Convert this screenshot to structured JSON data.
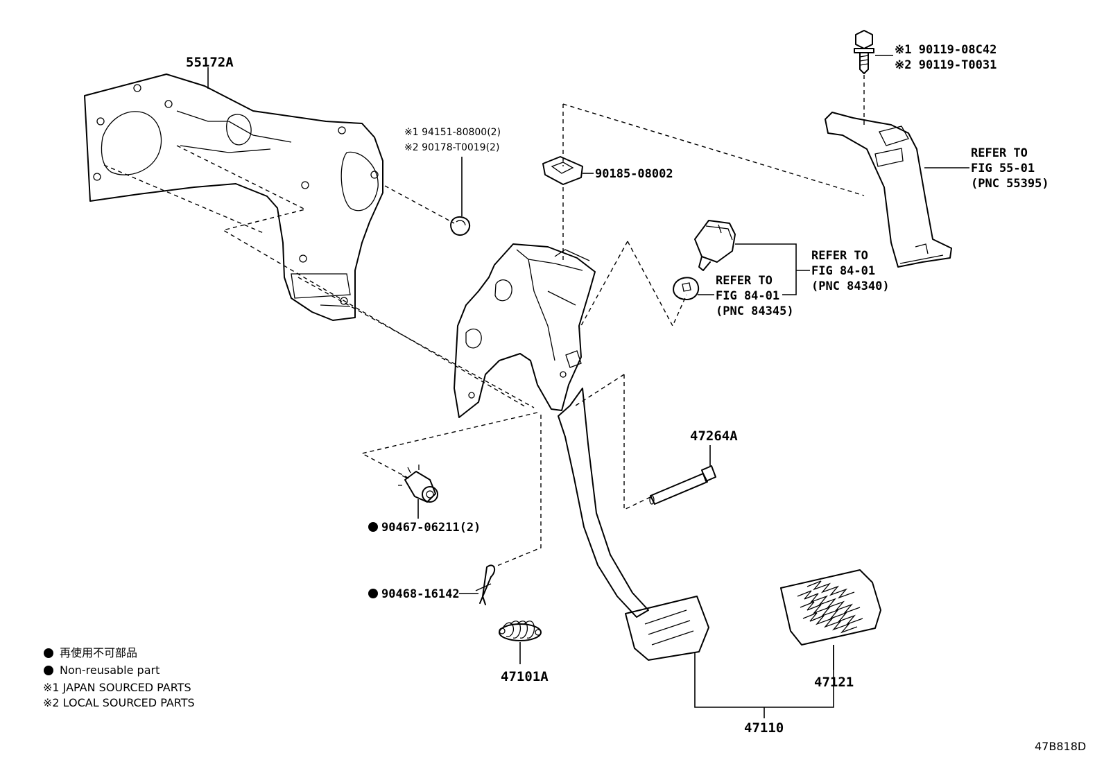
{
  "labels": {
    "p55172a": "55172A",
    "bolt_j": "※1 90119-08C42",
    "bolt_l": "※2 90119-T0031",
    "nut_j": "※1 94151-80800(2)",
    "nut_l": "※2 90178-T0019(2)",
    "clip": "90185-08002",
    "ref_55_1": "REFER TO",
    "ref_55_2": "FIG 55-01",
    "ref_55_3": "(PNC 55395)",
    "ref_84340_1": "REFER TO",
    "ref_84340_2": "FIG 84-01",
    "ref_84340_3": "(PNC 84340)",
    "ref_84345_1": "REFER TO",
    "ref_84345_2": "FIG 84-01",
    "ref_84345_3": "(PNC 84345)",
    "p47264a": "47264A",
    "bushing": "90467-06211(2)",
    "pin": "90468-16142",
    "p47101a": "47101A",
    "p47121": "47121",
    "p47110": "47110"
  },
  "legend": {
    "jp": "再使用不可部品",
    "en": "Non-reusable part",
    "note1": "※1 JAPAN SOURCED PARTS",
    "note2": "※2 LOCAL SOURCED PARTS"
  },
  "diagram_code": "47B818D"
}
